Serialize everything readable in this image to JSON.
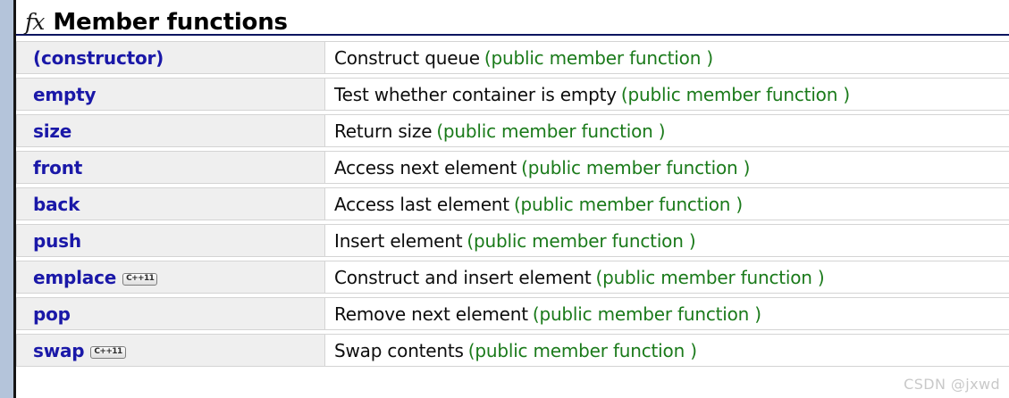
{
  "page": {
    "margin_color": "#b4c4da",
    "rule_color": "#0b1560",
    "link_color": "#1a18a8",
    "note_color": "#1a7a1a",
    "row_bg_color": "#efefef"
  },
  "header": {
    "icon": "fx-icon",
    "icon_glyph": "fx",
    "title": "Member functions"
  },
  "table": {
    "rows": [
      {
        "name": "(constructor)",
        "badge": null,
        "description": "Construct queue",
        "note": "(public member function )"
      },
      {
        "name": "empty",
        "badge": null,
        "description": "Test whether container is empty",
        "note": "(public member function )"
      },
      {
        "name": "size",
        "badge": null,
        "description": "Return size",
        "note": "(public member function )"
      },
      {
        "name": "front",
        "badge": null,
        "description": "Access next element",
        "note": "(public member function )"
      },
      {
        "name": "back",
        "badge": null,
        "description": "Access last element",
        "note": "(public member function )"
      },
      {
        "name": "push",
        "badge": null,
        "description": "Insert element",
        "note": "(public member function )"
      },
      {
        "name": "emplace",
        "badge": "C++11",
        "description": "Construct and insert element",
        "note": "(public member function )"
      },
      {
        "name": "pop",
        "badge": null,
        "description": "Remove next element",
        "note": "(public member function )"
      },
      {
        "name": "swap",
        "badge": "C++11",
        "description": "Swap contents",
        "note": "(public member function )"
      }
    ]
  },
  "watermark": {
    "text": "CSDN @jxwd"
  }
}
